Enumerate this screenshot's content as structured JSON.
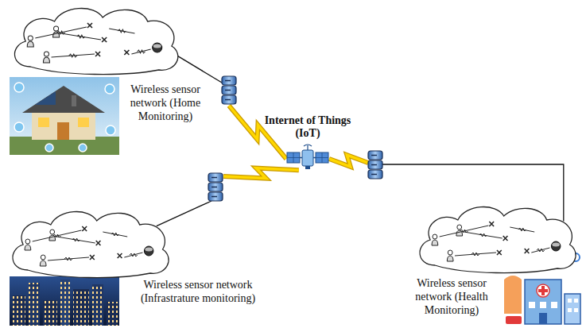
{
  "diagram": {
    "nodes": [
      {
        "text": [
          "Wireless sensor network (Home Monitoring)"
        ]
      },
      {
        "text": [
          "Internet of Things (IoT)"
        ]
      },
      {
        "text": [
          "Wireless sensor network (Infrastrature monitoring)"
        ]
      },
      {
        "text": [
          "Wireless sensor network (Health Monitoring)"
        ]
      }
    ],
    "edges": [
      {
        "from": 0,
        "to": 1,
        "arrow": "none"
      },
      {
        "from": 2,
        "to": 1,
        "arrow": "none"
      },
      {
        "from": 3,
        "to": 1,
        "arrow": "none"
      }
    ]
  }
}
